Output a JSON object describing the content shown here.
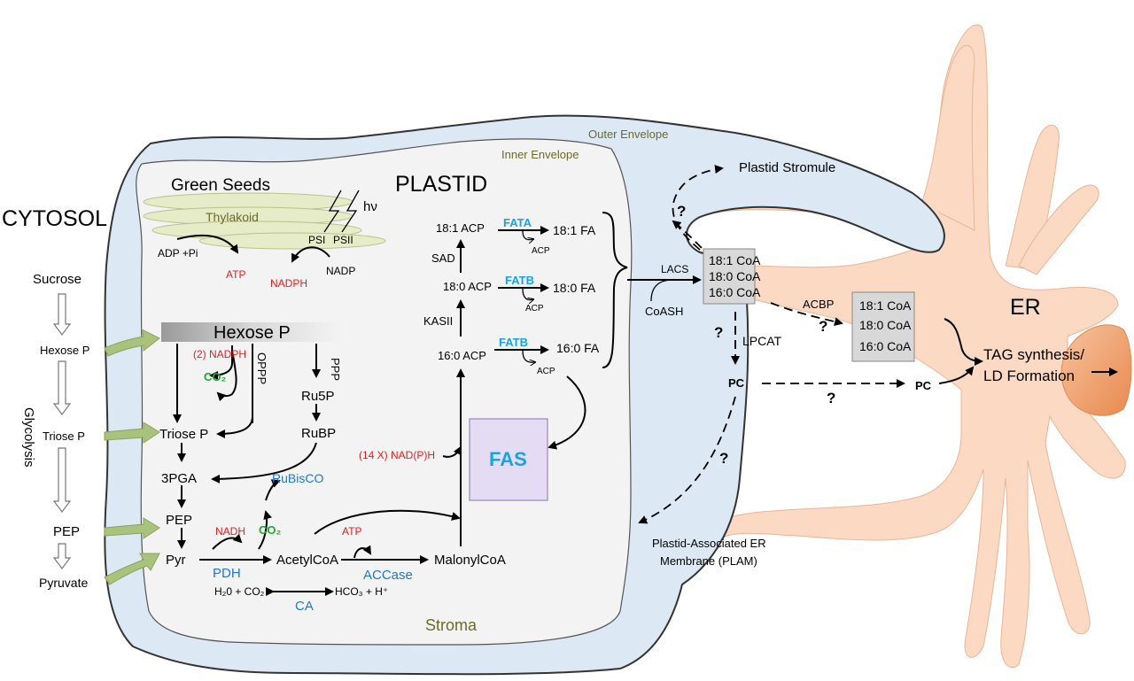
{
  "labels": {
    "cytosol": "CYTOSOL",
    "plastid": "PLASTID",
    "er": "ER",
    "green_seeds": "Green Seeds",
    "thylakoid": "Thylakoid",
    "hv": "hν",
    "psi": "PSI",
    "psii": "PSII",
    "adp_pi": "ADP +Pi",
    "atp": "ATP",
    "nadph": "NADPH",
    "nadp": "NADP",
    "outer_envelope": "Outer Envelope",
    "inner_envelope": "Inner Envelope",
    "stroma": "Stroma",
    "plastid_stromule": "Plastid Stromule",
    "plam_line1": "Plastid-Associated ER",
    "plam_line2": "Membrane (PLAM)",
    "tag_line1": "TAG synthesis/",
    "tag_line2": "LD Formation"
  },
  "cytosol_pathway": {
    "sucrose": "Sucrose",
    "hexose_p": "Hexose P",
    "triose_p": "Triose P",
    "pep": "PEP",
    "pyruvate": "Pyruvate",
    "glycolysis": "Glycolysis"
  },
  "plastid_metabolism": {
    "hexose_p": "Hexose P",
    "nadph_2": "(2) NADPH",
    "co2": "CO₂",
    "oppp": "OPPP",
    "ppp": "PPP",
    "ru5p": "Ru5P",
    "rubp": "RuBP",
    "triose_p": "Triose P",
    "pga": "3PGA",
    "rubisco": "RuBisCO",
    "pep": "PEP",
    "pyr": "Pyr",
    "nadh": "NADH",
    "co2_b": "CO₂",
    "pdh": "PDH",
    "acetylcoa": "AcetylCoA",
    "atp": "ATP",
    "accase": "ACCase",
    "malonylcoa": "MalonylCoA",
    "h2o_co2": "H₂0 + CO₂",
    "hco3": "HCO₃ + H⁺",
    "ca": "CA",
    "nadph_14": "(14 X) NAD(P)H",
    "fas": "FAS"
  },
  "fatty_acids": {
    "acp181": "18:1 ACP",
    "acp180": "18:0 ACP",
    "acp160": "16:0 ACP",
    "sad": "SAD",
    "kasii": "KASII",
    "fata": "FATA",
    "fatb1": "FATB",
    "fatb2": "FATB",
    "acp_small": "ACP",
    "fa181": "18:1 FA",
    "fa180": "18:0 FA",
    "fa160": "16:0 FA",
    "lacs": "LACS",
    "coash": "CoASH"
  },
  "acyl_coa_pools": [
    {
      "items": [
        "18:1 CoA",
        "18:0 CoA",
        "16:0 CoA"
      ]
    },
    {
      "items": [
        "18:1 CoA",
        "18:0 CoA",
        "16:0 CoA"
      ]
    }
  ],
  "transfer": {
    "acbp": "ACBP",
    "lpcat": "LPCAT",
    "pc": "PC",
    "question": "?"
  },
  "colors": {
    "outer_envelope_fill": "#dce9f5",
    "inner_fill": "#f3f3f3",
    "er_fill": "#fbd9c2",
    "ld_fill": "#f0a576",
    "fas_fill": "#e4dcf2",
    "thylakoid_fill": "#e6ecc8",
    "green_arrow": "#a9c27c",
    "red": "#e02020",
    "green": "#1fa832",
    "blue": "#1f78c8",
    "cyan": "#1aa3e0",
    "olive": "#6b6b2a"
  }
}
